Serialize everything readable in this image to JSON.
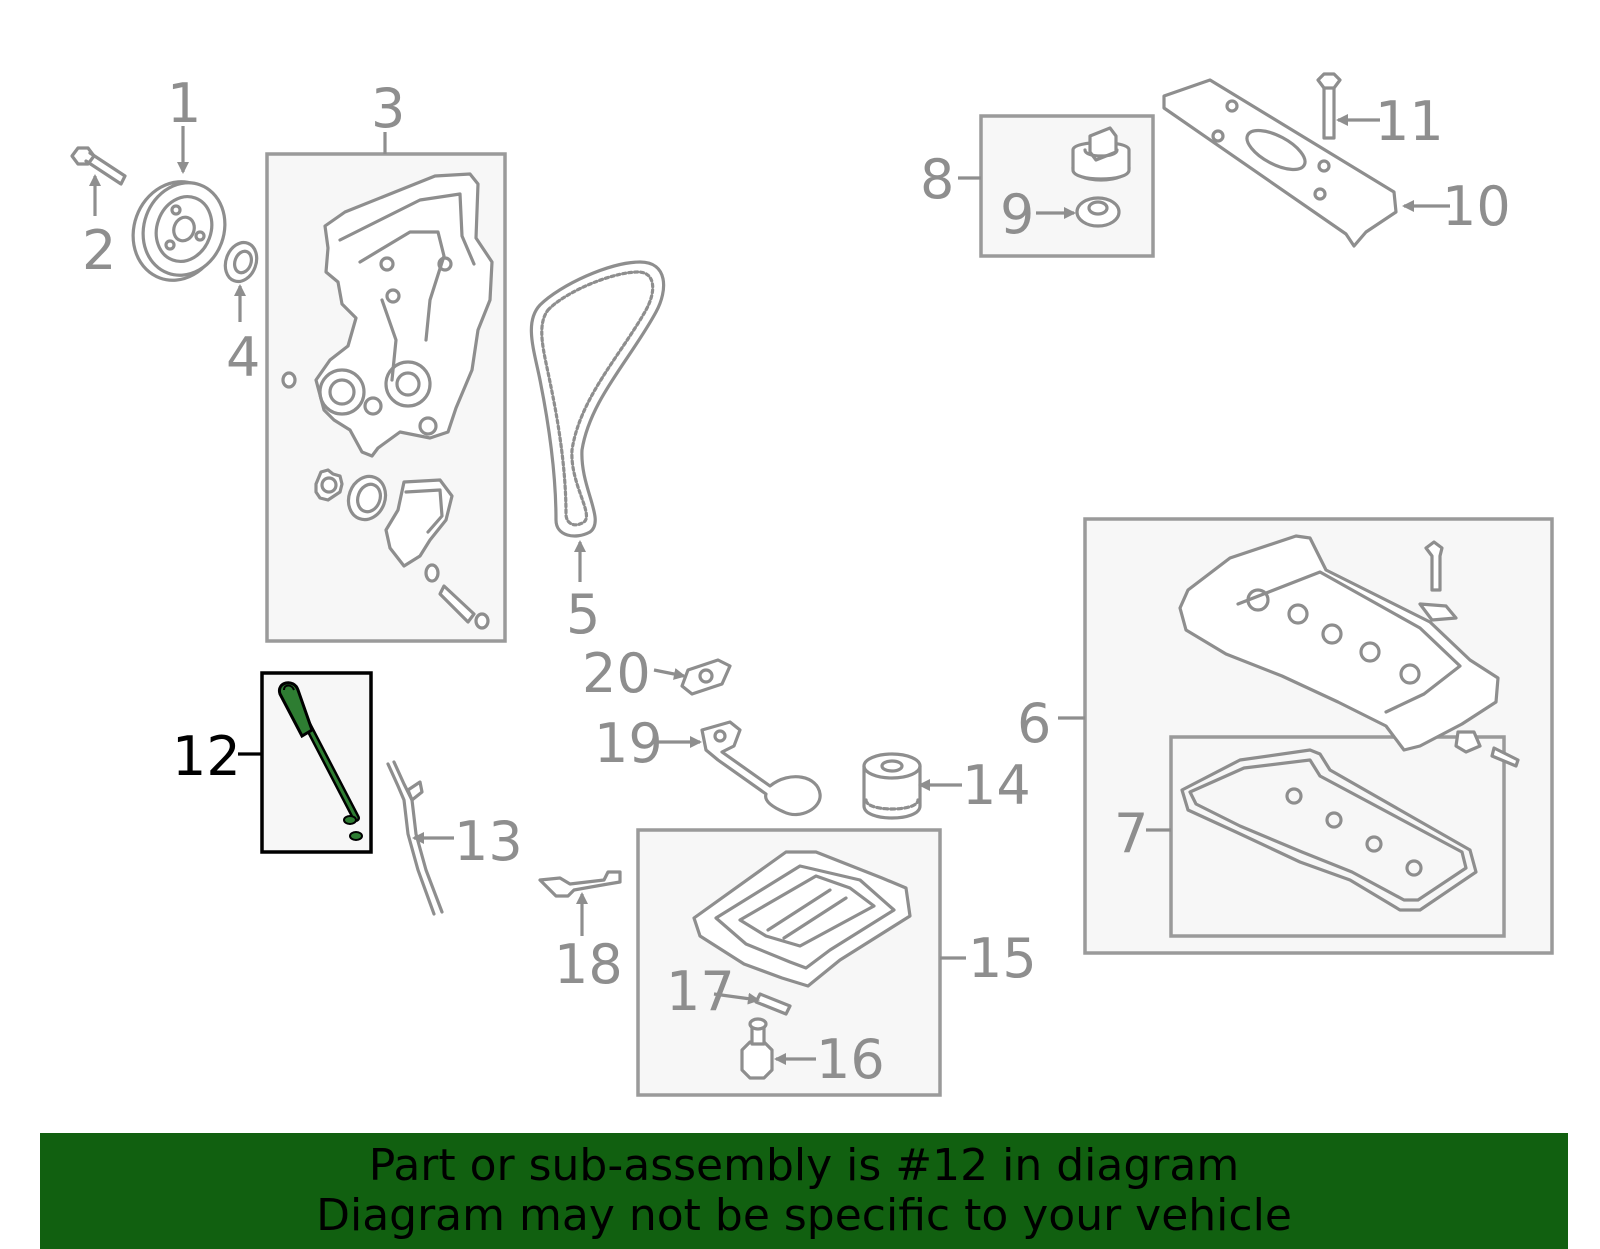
{
  "callouts": {
    "c1": "1",
    "c2": "2",
    "c3": "3",
    "c4": "4",
    "c5": "5",
    "c6": "6",
    "c7": "7",
    "c8": "8",
    "c9": "9",
    "c10": "10",
    "c11": "11",
    "c12": "12",
    "c13": "13",
    "c14": "14",
    "c15": "15",
    "c16": "16",
    "c17": "17",
    "c18": "18",
    "c19": "19",
    "c20": "20"
  },
  "highlighted_part": "12",
  "colors": {
    "highlight_part": "#2e7d32",
    "highlight_box": "#000000",
    "banner_background": "#116010",
    "line_gray": "#8e8e8e"
  },
  "banner": {
    "line1": "Part or sub-assembly is #12 in diagram",
    "line2": "Diagram may not be specific to your vehicle"
  }
}
